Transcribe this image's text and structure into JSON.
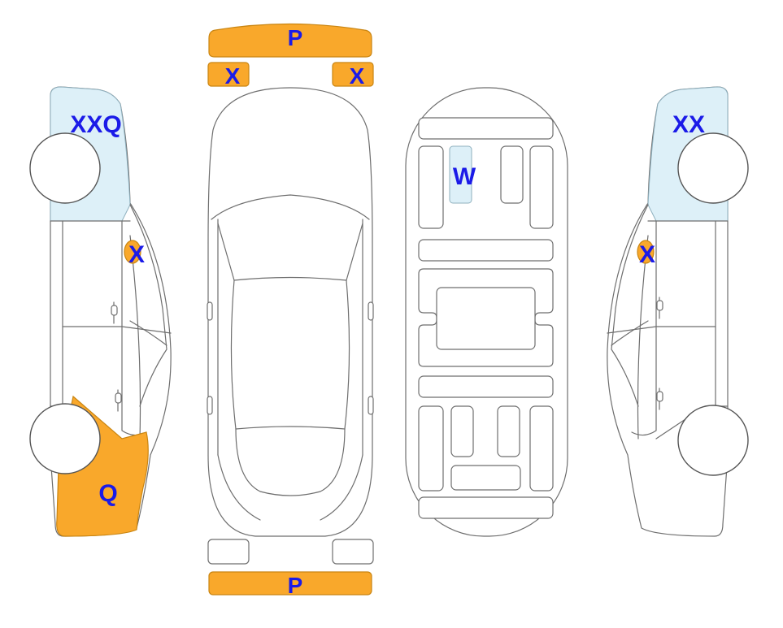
{
  "colors": {
    "paint": "#F9A82B",
    "paint_stroke": "#C98512",
    "glass": "#DDF0F8",
    "glass_stroke": "#8FB0BE",
    "label": "#1B1BE8"
  },
  "views": {
    "left_side": {
      "rear_quarter": "XXQ",
      "handle_marker": "X",
      "front_fender": "Q"
    },
    "top": {
      "rear_bumper": "P",
      "rear_light_left": "X",
      "rear_light_right": "X",
      "front_bumper": "P"
    },
    "underbody": {
      "panel_marker": "W"
    },
    "right_side": {
      "rear_quarter": "XX",
      "handle_marker": "X"
    }
  }
}
